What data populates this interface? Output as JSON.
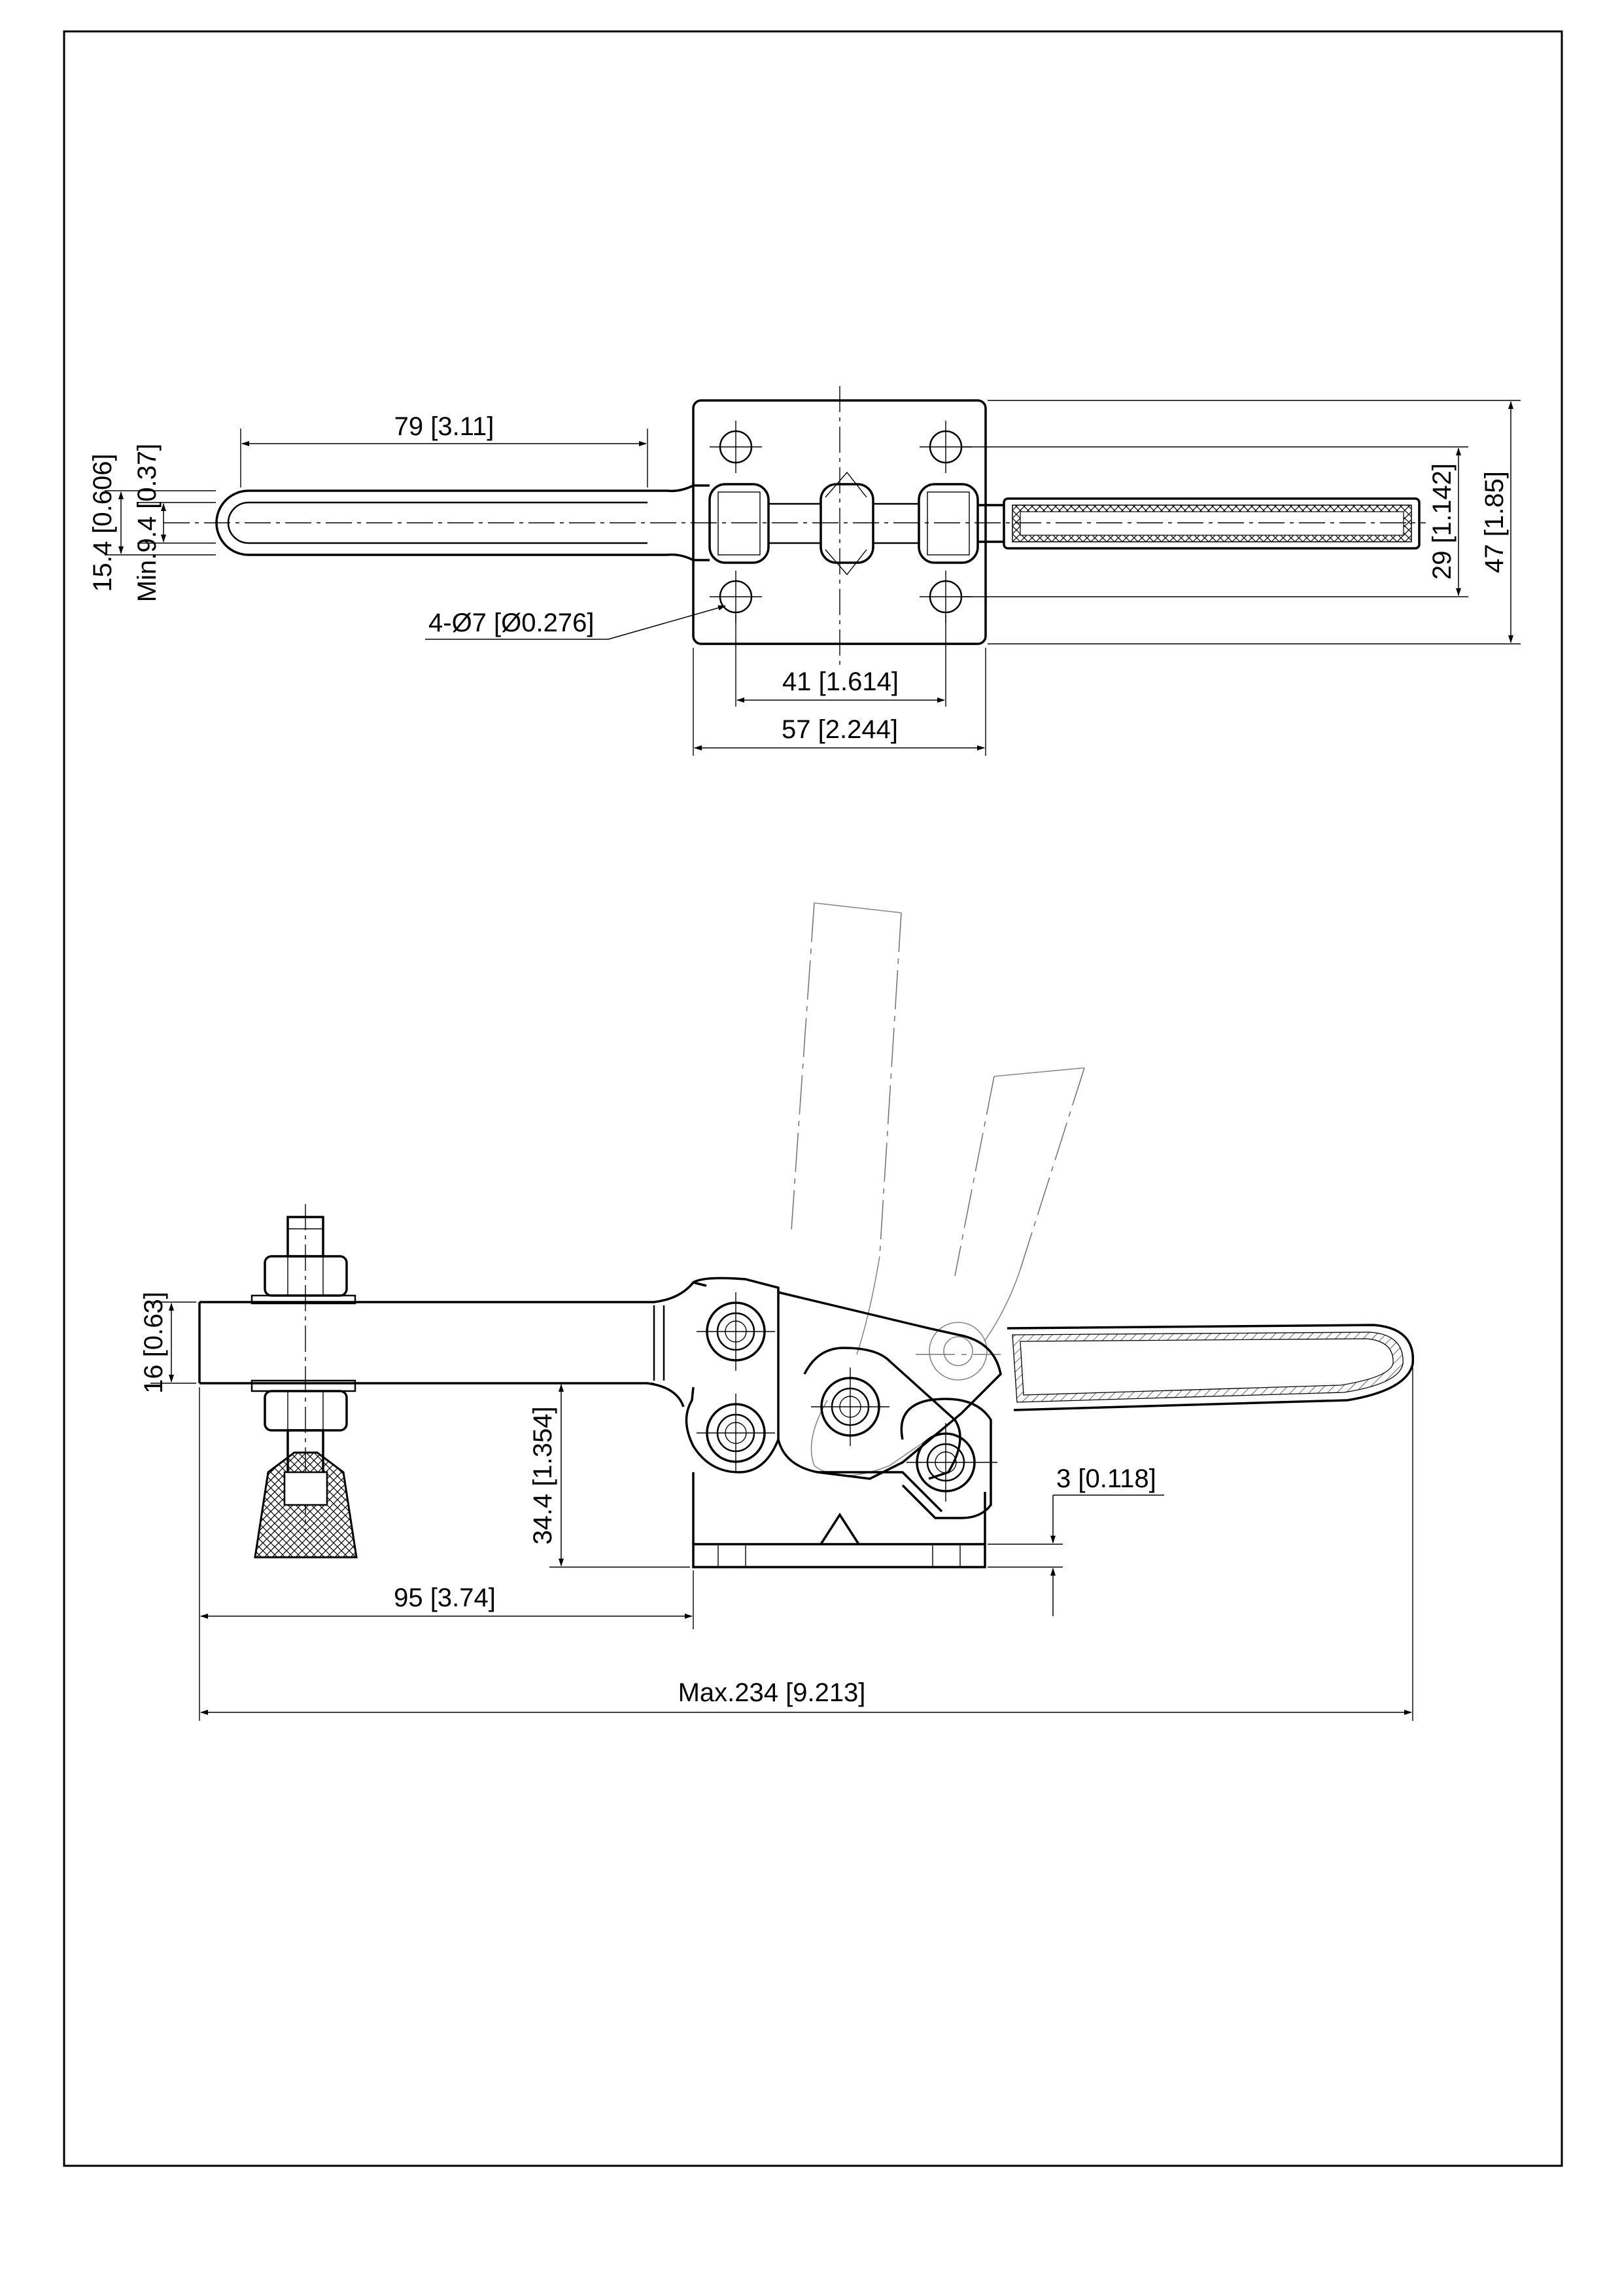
{
  "drawing": {
    "top_view": {
      "dim_handle_length": "79 [3.11]",
      "dim_handle_width": "15.4 [0.606]",
      "dim_min_opening": "Min.9.4 [0.37]",
      "dim_holes": "4-Ø7 [Ø0.276]",
      "dim_hole_spacing_x": "41 [1.614]",
      "dim_base_width": "57 [2.244]",
      "dim_grip_width": "29 [1.142]",
      "dim_base_height": "47 [1.85]"
    },
    "side_view": {
      "dim_arm_thickness": "16 [0.63]",
      "dim_arm_height": "34.4 [1.354]",
      "dim_base_thickness": "3 [0.118]",
      "dim_spindle_offset": "95 [3.74]",
      "dim_overall_length": "Max.234 [9.213]"
    }
  }
}
